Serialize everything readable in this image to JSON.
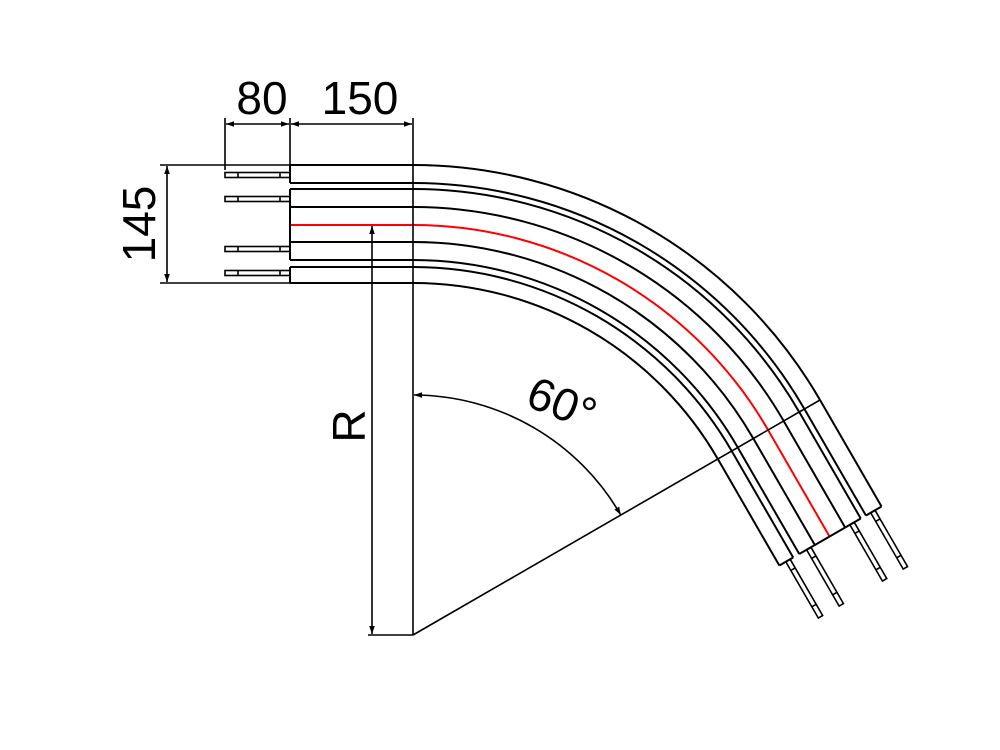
{
  "dimensions": {
    "pin_length": "80",
    "straight_length": "150",
    "width": "145",
    "radius": "R",
    "angle": "60°"
  },
  "colors": {
    "line": "#000000",
    "centerline": "#ff0000"
  }
}
